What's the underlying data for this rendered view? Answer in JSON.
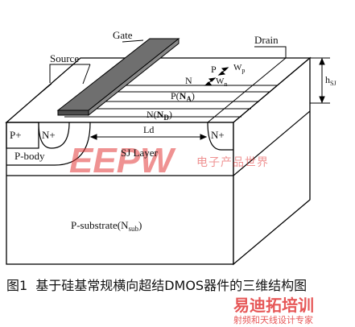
{
  "diagram": {
    "labels": {
      "gate": "Gate",
      "source": "Source",
      "drain": "Drain",
      "p": "P",
      "wp": "W",
      "wp_sub": "p",
      "n": "N",
      "wn": "W",
      "wn_sub": "n",
      "pna_prefix": "P(",
      "pna_main": "N",
      "pna_sub": "A",
      "pna_suffix": ")",
      "nnd_prefix": "N(",
      "nnd_main": "N",
      "nnd_sub": "D",
      "nnd_suffix": ")",
      "hsj_main": "h",
      "hsj_sub": "SJ",
      "p_plus": "P+",
      "n_plus_left": "N+",
      "n_plus_right": "N+",
      "ld": "Ld",
      "p_body": "P-body",
      "sj_layer": "SJ Layer",
      "substrate_main": "P-substrate(N",
      "substrate_sub": "sub",
      "substrate_suffix": ")"
    },
    "watermark": {
      "logo": "EEPW",
      "cn_text": "电子产品世界"
    },
    "colors": {
      "gate_fill": "#6f6f6f",
      "watermark_red": "#e23a3a",
      "outline": "#000000",
      "face": "#ffffff"
    }
  },
  "caption": {
    "number": "图1",
    "text": "基于硅基常规横向超结DMOS器件的三维结构图"
  },
  "stamp": {
    "title": "易迪拓培训",
    "subtitle": "射频和天线设计专家",
    "color": "#e23a3a"
  }
}
